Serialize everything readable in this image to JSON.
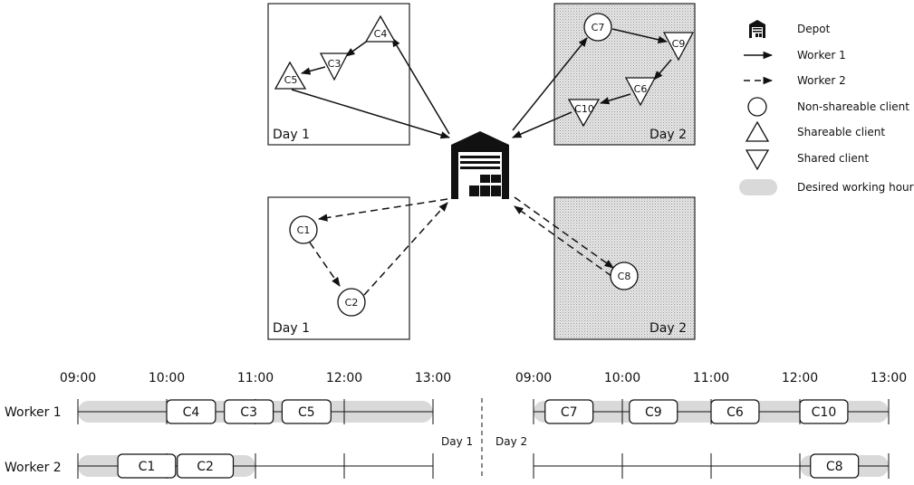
{
  "panels": [
    {
      "id": "p1",
      "label": "Day 1",
      "shaded": false
    },
    {
      "id": "p2",
      "label": "Day 2",
      "shaded": true
    },
    {
      "id": "p3",
      "label": "Day 1",
      "shaded": false
    },
    {
      "id": "p4",
      "label": "Day 2",
      "shaded": true
    }
  ],
  "clients": {
    "c1": "C1",
    "c2": "C2",
    "c3": "C3",
    "c4": "C4",
    "c5": "C5",
    "c6": "C6",
    "c7": "C7",
    "c8": "C8",
    "c9": "C9",
    "c10": "C10"
  },
  "legend": {
    "depot": "Depot",
    "worker1": "Worker 1",
    "worker2": "Worker 2",
    "non_shareable": "Non-shareable client",
    "shareable": "Shareable client",
    "shared": "Shared client",
    "desired": "Desired working hour"
  },
  "timeline": {
    "times": [
      "09:00",
      "10:00",
      "11:00",
      "12:00",
      "13:00"
    ],
    "workers": [
      "Worker 1",
      "Worker 2"
    ],
    "day1_label": "Day 1",
    "day2_label": "Day 2",
    "day1": {
      "worker1": {
        "desired": [
          9.0,
          13.0
        ],
        "tasks": [
          {
            "label": "C4",
            "start": 10.0,
            "end": 10.55
          },
          {
            "label": "C3",
            "start": 10.65,
            "end": 11.2
          },
          {
            "label": "C5",
            "start": 11.3,
            "end": 11.85
          }
        ]
      },
      "worker2": {
        "desired": [
          9.0,
          11.0
        ],
        "tasks": [
          {
            "label": "C1",
            "start": 9.45,
            "end": 10.1
          },
          {
            "label": "C2",
            "start": 10.12,
            "end": 10.75
          }
        ]
      }
    },
    "day2": {
      "worker1": {
        "desired": [
          9.0,
          13.0
        ],
        "tasks": [
          {
            "label": "C7",
            "start": 9.13,
            "end": 9.67
          },
          {
            "label": "C9",
            "start": 10.08,
            "end": 10.62
          },
          {
            "label": "C6",
            "start": 11.0,
            "end": 11.54
          },
          {
            "label": "C10",
            "start": 12.0,
            "end": 12.54
          }
        ]
      },
      "worker2": {
        "desired": [
          12.0,
          13.0
        ],
        "tasks": [
          {
            "label": "C8",
            "start": 12.12,
            "end": 12.66
          }
        ]
      }
    }
  }
}
